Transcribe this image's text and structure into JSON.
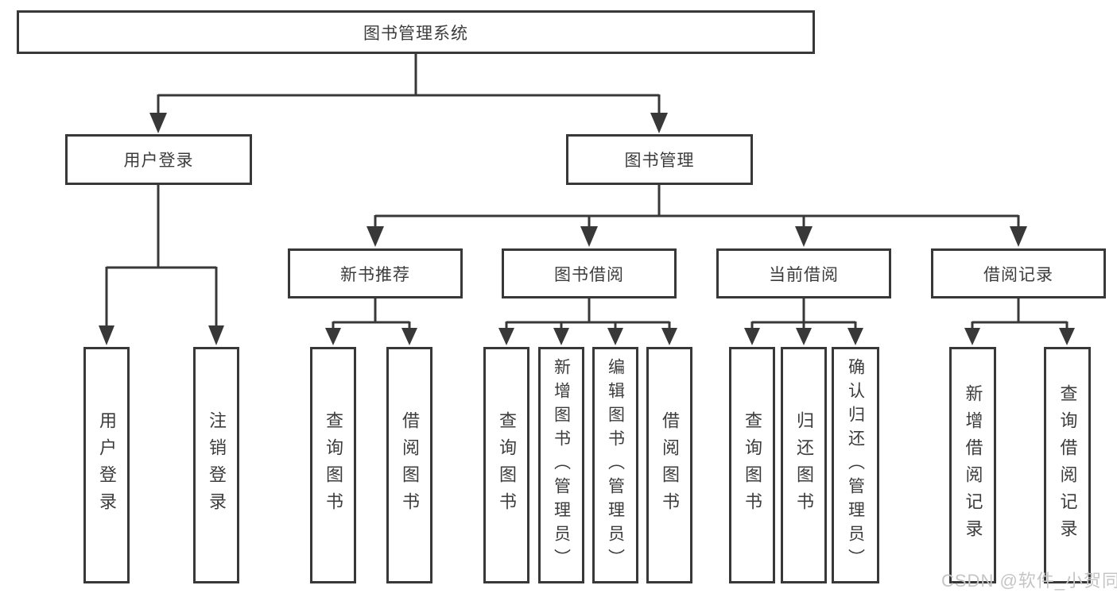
{
  "diagram": {
    "title": "图书管理系统",
    "user_login": {
      "label": "用户登录",
      "children": [
        "用户登录",
        "注销登录"
      ]
    },
    "book_management": {
      "label": "图书管理",
      "sections": [
        {
          "label": "新书推荐",
          "children": [
            "查询图书",
            "借阅图书"
          ]
        },
        {
          "label": "图书借阅",
          "children": [
            "查询图书",
            "新增图书（管理员）",
            "编辑图书（管理员）",
            "借阅图书"
          ]
        },
        {
          "label": "当前借阅",
          "children": [
            "查询图书",
            "归还图书",
            "确认归还（管理员）"
          ]
        },
        {
          "label": "借阅记录",
          "children": [
            "新增借阅记录",
            "查询借阅记录"
          ]
        }
      ]
    },
    "colors": {
      "line": "#383838",
      "text": "#3c3c3c",
      "background": "#ffffff",
      "watermark": "#c5c5c5"
    }
  },
  "watermark": "CSDN @软件_小贺同学"
}
